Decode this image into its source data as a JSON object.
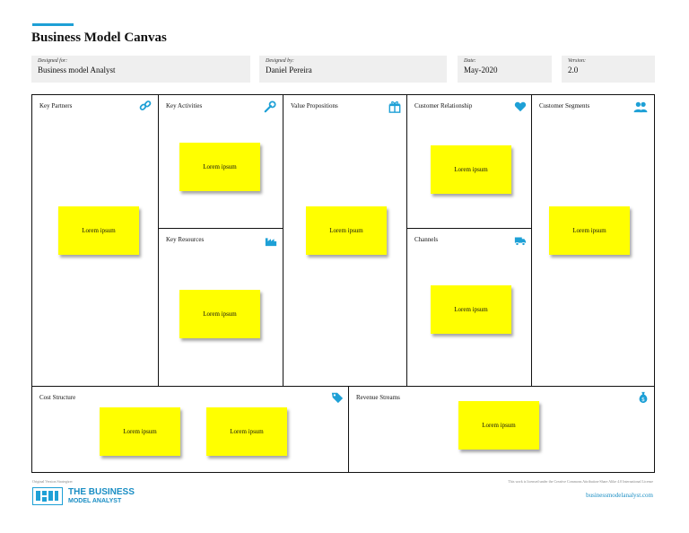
{
  "header": {
    "title": "Business Model Canvas",
    "designed_for_label": "Designed for:",
    "designed_for_value": "Business model Analyst",
    "designed_by_label": "Designed by:",
    "designed_by_value": "Daniel Pereira",
    "date_label": "Date:",
    "date_value": "May-2020",
    "version_label": "Version:",
    "version_value": "2.0"
  },
  "blocks": {
    "key_partners": "Key Partners",
    "key_activities": "Key Activities",
    "key_resources": "Key Resources",
    "value_propositions": "Value Propositions",
    "customer_relationship": "Customer Relationship",
    "channels": "Channels",
    "customer_segments": "Customer Segments",
    "cost_structure": "Cost Structure",
    "revenue_streams": "Revenue Streams"
  },
  "notes": {
    "key_partners": "Lorem ipsum",
    "key_activities": "Lorem ipsum",
    "key_resources": "Lorem ipsum",
    "value_propositions": "Lorem ipsum",
    "customer_relationship": "Lorem ipsum",
    "channels": "Lorem ipsum",
    "customer_segments": "Lorem ipsum",
    "cost_structure_1": "Lorem ipsum",
    "cost_structure_2": "Lorem ipsum",
    "revenue_streams": "Lorem ipsum"
  },
  "icons": {
    "key_partners": "link-icon",
    "key_activities": "wrench-icon",
    "key_resources": "factory-icon",
    "value_propositions": "gift-icon",
    "customer_relationship": "heart-icon",
    "channels": "truck-icon",
    "customer_segments": "users-icon",
    "cost_structure": "price-tag-icon",
    "revenue_streams": "money-bag-icon"
  },
  "footer": {
    "left_small": "Original Version Strategizer",
    "right_small": "This work is licensed under the Creative Commons Attribution-Share Alike 4.0 International License",
    "brand_line1": "THE BUSINESS",
    "brand_line2": "MODEL ANALYST",
    "website": "businessmodelanalyst.com"
  },
  "colors": {
    "accent": "#1ea0d6",
    "note": "#ffff00",
    "meta_box": "#efefef"
  }
}
